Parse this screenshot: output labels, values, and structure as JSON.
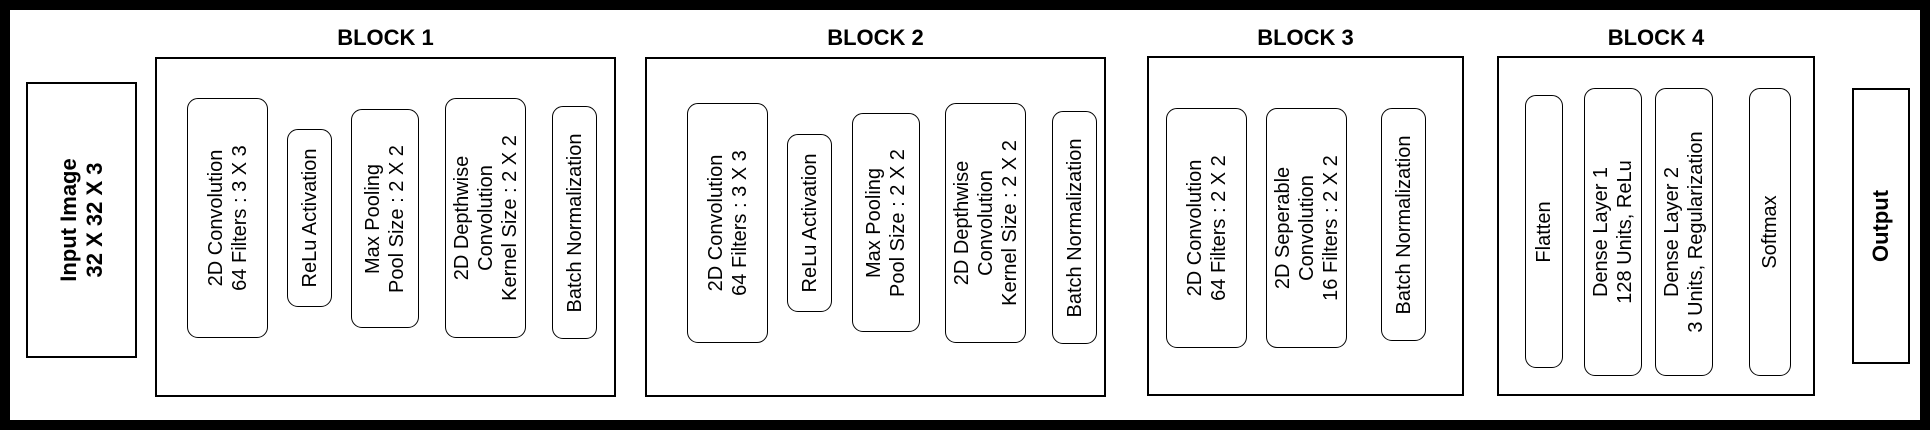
{
  "input_node": {
    "lines": [
      "Input Image",
      "32 X 32 X 3"
    ]
  },
  "output_node": {
    "lines": [
      "Output"
    ]
  },
  "blocks": [
    {
      "title": "BLOCK 1",
      "layers": [
        {
          "lines": [
            "2D Convolution",
            "64 Filters : 3 X 3"
          ]
        },
        {
          "lines": [
            "ReLu Activation"
          ]
        },
        {
          "lines": [
            "Max Pooling",
            "Pool Size : 2 X 2"
          ]
        },
        {
          "lines": [
            "2D Depthwise",
            "Convolution",
            "Kernel Size : 2 X 2"
          ]
        },
        {
          "lines": [
            "Batch Normalization"
          ]
        }
      ]
    },
    {
      "title": "BLOCK 2",
      "layers": [
        {
          "lines": [
            "2D Convolution",
            "64 Filters : 3 X 3"
          ]
        },
        {
          "lines": [
            "ReLu Activation"
          ]
        },
        {
          "lines": [
            "Max Pooling",
            "Pool Size : 2 X 2"
          ]
        },
        {
          "lines": [
            "2D Depthwise",
            "Convolution",
            "Kernel Size : 2 X 2"
          ]
        },
        {
          "lines": [
            "Batch Normalization"
          ]
        }
      ]
    },
    {
      "title": "BLOCK 3",
      "layers": [
        {
          "lines": [
            "2D Convolution",
            "64 Filters : 2 X 2"
          ]
        },
        {
          "lines": [
            "2D Seperable",
            "Convolution",
            "16 Filters : 2 X 2"
          ]
        },
        {
          "lines": [
            "Batch Normalization"
          ]
        }
      ]
    },
    {
      "title": "BLOCK 4",
      "layers": [
        {
          "lines": [
            "Flatten"
          ]
        },
        {
          "lines": [
            "Dense Layer 1",
            "128 Units, ReLu"
          ]
        },
        {
          "lines": [
            "Dense Layer 2",
            "3 Units, Regularization"
          ]
        },
        {
          "lines": [
            "Softmax"
          ]
        }
      ]
    }
  ]
}
